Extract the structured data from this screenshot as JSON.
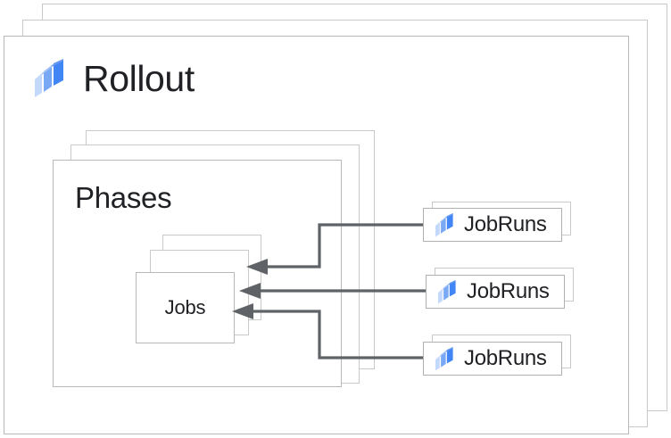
{
  "diagram": {
    "title": "Rollout",
    "brand_icon": "rollout-logo-icon",
    "colors": {
      "logo_light": "#C3D9FB",
      "logo_mid": "#79A8F5",
      "logo_dark": "#4285F4",
      "text": "#202124",
      "card_border": "#B0B0B0",
      "card_border_back": "#C9C9C9",
      "arrow": "#5F6368",
      "background": "#FFFFFF"
    },
    "rollout": {
      "label": "Rollout",
      "stack_count": 3
    },
    "phases": {
      "label": "Phases",
      "stack_count": 3
    },
    "jobs": {
      "label": "Jobs",
      "stack_count": 3
    },
    "jobruns": [
      {
        "label": "JobRuns",
        "icon": "rollout-logo-icon",
        "stack_count": 2
      },
      {
        "label": "JobRuns",
        "icon": "rollout-logo-icon",
        "stack_count": 2
      },
      {
        "label": "JobRuns",
        "icon": "rollout-logo-icon",
        "stack_count": 2
      }
    ],
    "connections": [
      {
        "from": "JobRuns",
        "to": "Jobs",
        "style": "elbow-down-left",
        "arrowhead": "solid-triangle-left"
      },
      {
        "from": "JobRuns",
        "to": "Jobs",
        "style": "straight-left",
        "arrowhead": "solid-triangle-left"
      },
      {
        "from": "JobRuns",
        "to": "Jobs",
        "style": "elbow-up-left",
        "arrowhead": "solid-triangle-left"
      }
    ]
  }
}
